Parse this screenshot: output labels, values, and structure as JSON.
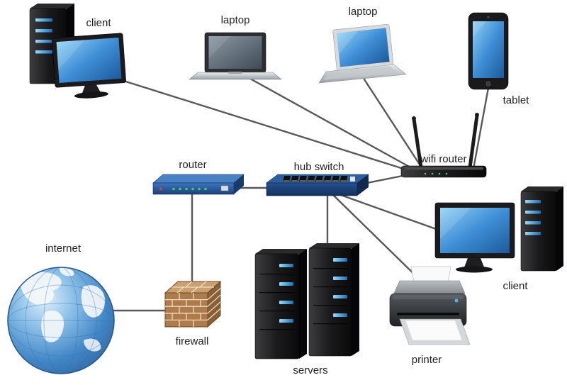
{
  "diagram": {
    "type": "network-topology",
    "background": "#ffffff",
    "nodes": {
      "client_top_left": {
        "label": "client",
        "kind": "desktop-computer"
      },
      "laptop_center": {
        "label": "laptop",
        "kind": "laptop"
      },
      "laptop_right": {
        "label": "laptop",
        "kind": "laptop"
      },
      "tablet": {
        "label": "tablet",
        "kind": "tablet"
      },
      "wifi_router": {
        "label": "wifi router",
        "kind": "wireless-router"
      },
      "hub_switch": {
        "label": "hub switch",
        "kind": "network-switch"
      },
      "router": {
        "label": "router",
        "kind": "router"
      },
      "internet": {
        "label": "internet",
        "kind": "globe"
      },
      "firewall": {
        "label": "firewall",
        "kind": "brick-wall"
      },
      "servers": {
        "label": "servers",
        "kind": "server-towers"
      },
      "printer": {
        "label": "printer",
        "kind": "printer"
      },
      "client_right": {
        "label": "client",
        "kind": "desktop-computer"
      }
    },
    "edges": [
      {
        "from": "client_top_left",
        "to": "wifi_router"
      },
      {
        "from": "laptop_center",
        "to": "wifi_router"
      },
      {
        "from": "laptop_right",
        "to": "wifi_router"
      },
      {
        "from": "tablet",
        "to": "wifi_router"
      },
      {
        "from": "wifi_router",
        "to": "hub_switch"
      },
      {
        "from": "hub_switch",
        "to": "router"
      },
      {
        "from": "router",
        "to": "firewall"
      },
      {
        "from": "firewall",
        "to": "internet"
      },
      {
        "from": "hub_switch",
        "to": "servers"
      },
      {
        "from": "hub_switch",
        "to": "client_right"
      },
      {
        "from": "hub_switch",
        "to": "printer"
      }
    ],
    "colors": {
      "connection_line": "#58595b",
      "screen_blue": "#2f7cc0",
      "device_dark": "#1a1a1a",
      "switch_blue": "#1b3c6e",
      "router_blue": "#2e62a8",
      "brick": "#b07b4b",
      "globe_ocean": "#4286c6",
      "label_text": "#231f20"
    }
  }
}
